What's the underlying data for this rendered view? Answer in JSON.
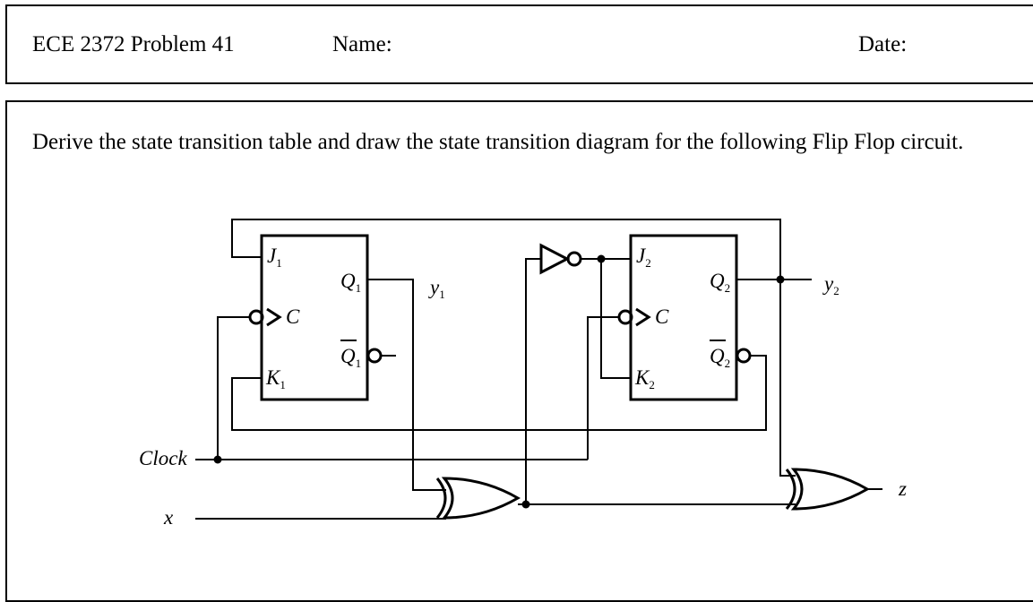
{
  "header": {
    "course_problem": "ECE 2372 Problem 41",
    "name_label": "Name:",
    "date_label": "Date:"
  },
  "problem": {
    "instructions": "Derive the state transition table and draw the state transition diagram for the following Flip Flop circuit."
  },
  "circuit": {
    "ff1": {
      "j": "J",
      "k": "K",
      "q": "Q",
      "qbar": "Q",
      "clk": "C",
      "index": "1"
    },
    "ff2": {
      "j": "J",
      "k": "K",
      "q": "Q",
      "qbar": "Q",
      "clk": "C",
      "index": "2"
    },
    "y1": {
      "base": "y",
      "index": "1"
    },
    "y2": {
      "base": "y",
      "index": "2"
    },
    "clock_label": "Clock",
    "x_label": "x",
    "z_label": "z"
  }
}
